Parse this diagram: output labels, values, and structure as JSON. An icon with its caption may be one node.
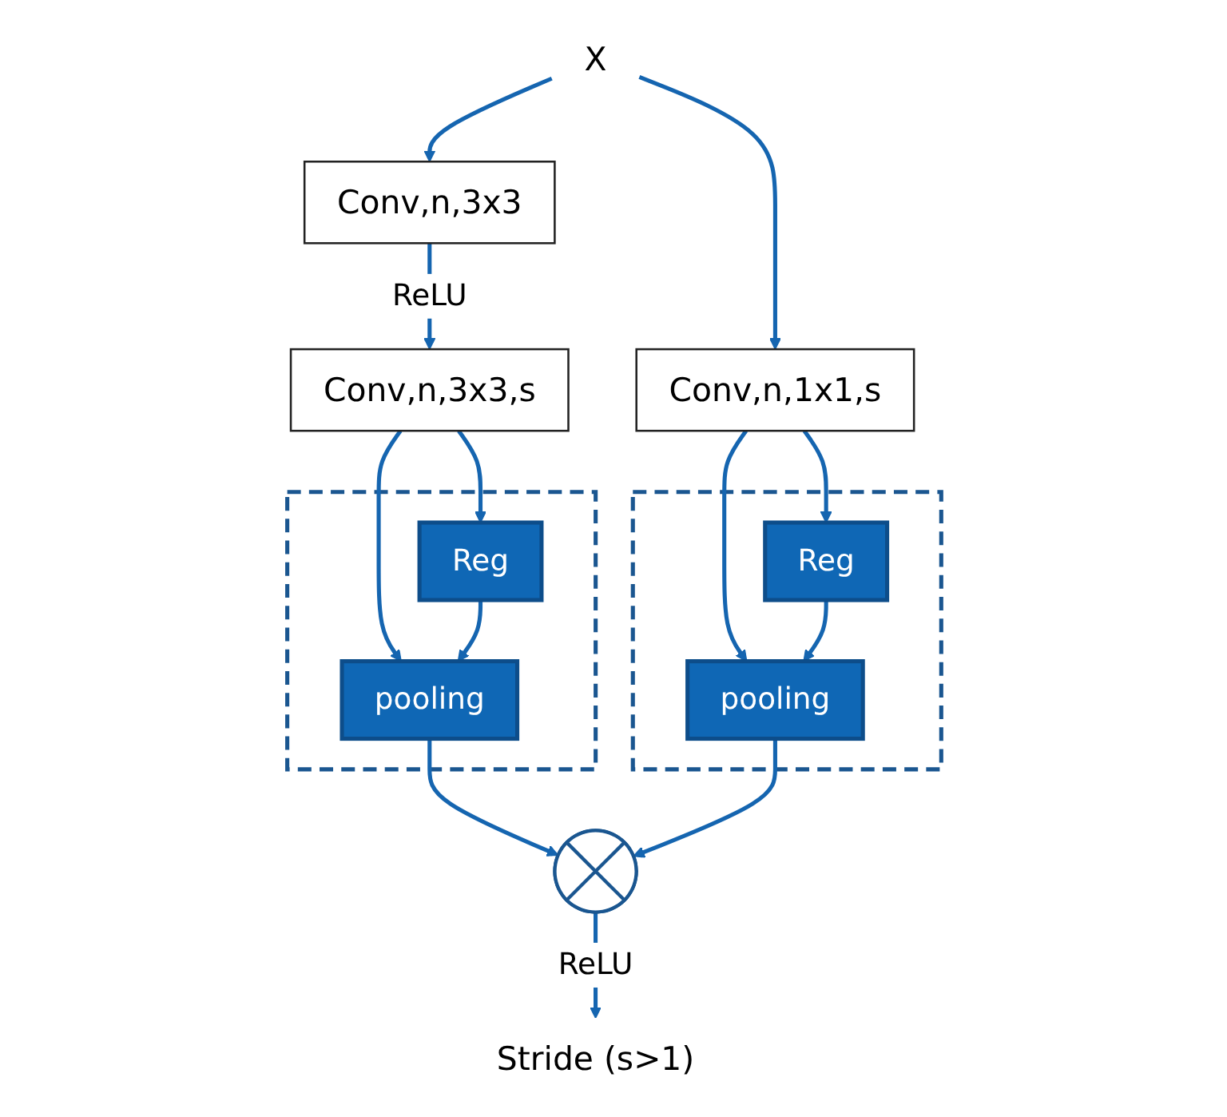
{
  "diagram": {
    "nodes": [
      {
        "text": [
          "X"
        ]
      },
      {
        "text": [
          "Conv,n,3x3"
        ]
      },
      {
        "text": [
          "Conv,n,3x3,s"
        ]
      },
      {
        "text": [],
        "shape": "box"
      },
      {
        "text": [
          "Reg"
        ],
        "in": 3
      },
      {
        "text": [
          "pooling"
        ],
        "in": 3
      },
      {
        "text": [
          "Conv,n,1x1,s"
        ]
      },
      {
        "text": [],
        "shape": "box"
      },
      {
        "text": [
          "Reg"
        ],
        "in": 7
      },
      {
        "text": [
          "pooling"
        ],
        "in": 7
      },
      {
        "text": [],
        "shape": "circle"
      },
      {
        "text": [
          "Stride (s>1)"
        ]
      }
    ],
    "edges": [
      {
        "from": 0,
        "to": 1,
        "arrow": "to"
      },
      {
        "from": 0,
        "to": 6,
        "arrow": "to"
      },
      {
        "from": 1,
        "to": 2,
        "arrow": "to",
        "label": "ReLU"
      },
      {
        "from": 2,
        "to": 4,
        "arrow": "to"
      },
      {
        "from": 2,
        "to": 5,
        "arrow": "to"
      },
      {
        "from": 4,
        "to": 5,
        "arrow": "to"
      },
      {
        "from": 6,
        "to": 8,
        "arrow": "to"
      },
      {
        "from": 6,
        "to": 9,
        "arrow": "to"
      },
      {
        "from": 8,
        "to": 9,
        "arrow": "to"
      },
      {
        "from": 5,
        "to": 10,
        "arrow": "to"
      },
      {
        "from": 9,
        "to": 10,
        "arrow": "to"
      },
      {
        "from": 10,
        "to": 11,
        "arrow": "to",
        "label": "ReLU"
      }
    ]
  }
}
